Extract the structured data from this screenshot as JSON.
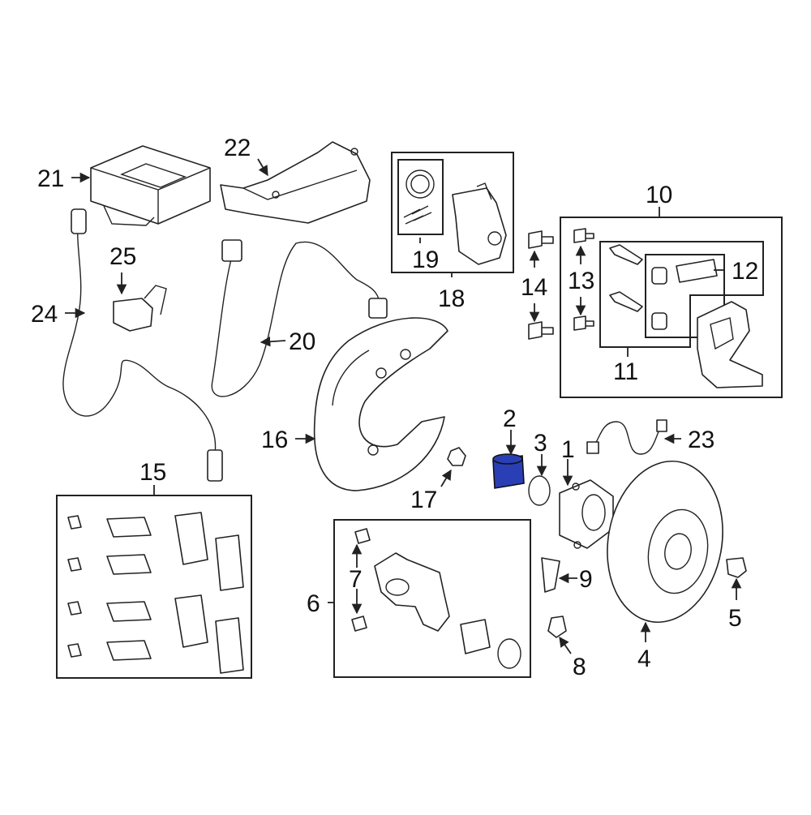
{
  "diagram": {
    "callouts": {
      "c1": "1",
      "c2": "2",
      "c3": "3",
      "c4": "4",
      "c5": "5",
      "c6": "6",
      "c7": "7",
      "c8": "8",
      "c9": "9",
      "c10": "10",
      "c11": "11",
      "c12": "12",
      "c13": "13",
      "c14": "14",
      "c15": "15",
      "c16": "16",
      "c17": "17",
      "c18": "18",
      "c19": "19",
      "c20": "20",
      "c21": "21",
      "c22": "22",
      "c23": "23",
      "c24": "24",
      "c25": "25"
    },
    "highlight_color": "#2a3fb5",
    "highlighted_part": "2"
  }
}
